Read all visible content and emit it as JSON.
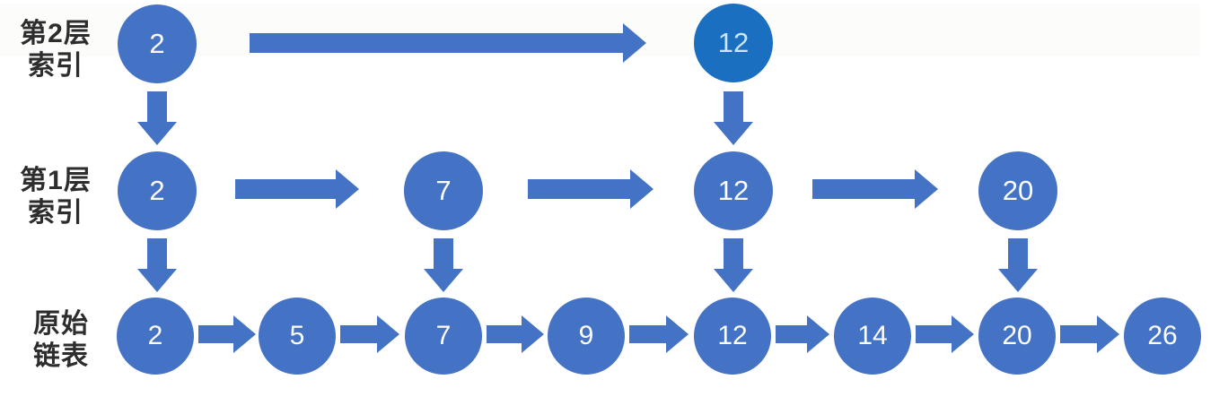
{
  "diagram": {
    "title": "skip-list-structure",
    "colors": {
      "background": "#ffffff",
      "node_fill": "#4472C4",
      "node_highlight_fill": "#1A6FC0",
      "node_text": "#FFFFFF",
      "node_highlight_text": "#CDE6F7",
      "arrow": "#4472C4",
      "label_text": "#2D2D2D"
    },
    "rows": [
      {
        "label_lines": [
          "第2层",
          "索引"
        ],
        "nodes": [
          {
            "value": "2",
            "highlight": false
          },
          {
            "value": "12",
            "highlight": true
          }
        ]
      },
      {
        "label_lines": [
          "第1层",
          "索引"
        ],
        "nodes": [
          {
            "value": "2",
            "highlight": false
          },
          {
            "value": "7",
            "highlight": false
          },
          {
            "value": "12",
            "highlight": false
          },
          {
            "value": "20",
            "highlight": false
          }
        ]
      },
      {
        "label_lines": [
          "原始",
          "链表"
        ],
        "nodes": [
          {
            "value": "2",
            "highlight": false
          },
          {
            "value": "5",
            "highlight": false
          },
          {
            "value": "7",
            "highlight": false
          },
          {
            "value": "9",
            "highlight": false
          },
          {
            "value": "12",
            "highlight": false
          },
          {
            "value": "14",
            "highlight": false
          },
          {
            "value": "20",
            "highlight": false
          },
          {
            "value": "26",
            "highlight": false
          }
        ]
      }
    ]
  }
}
